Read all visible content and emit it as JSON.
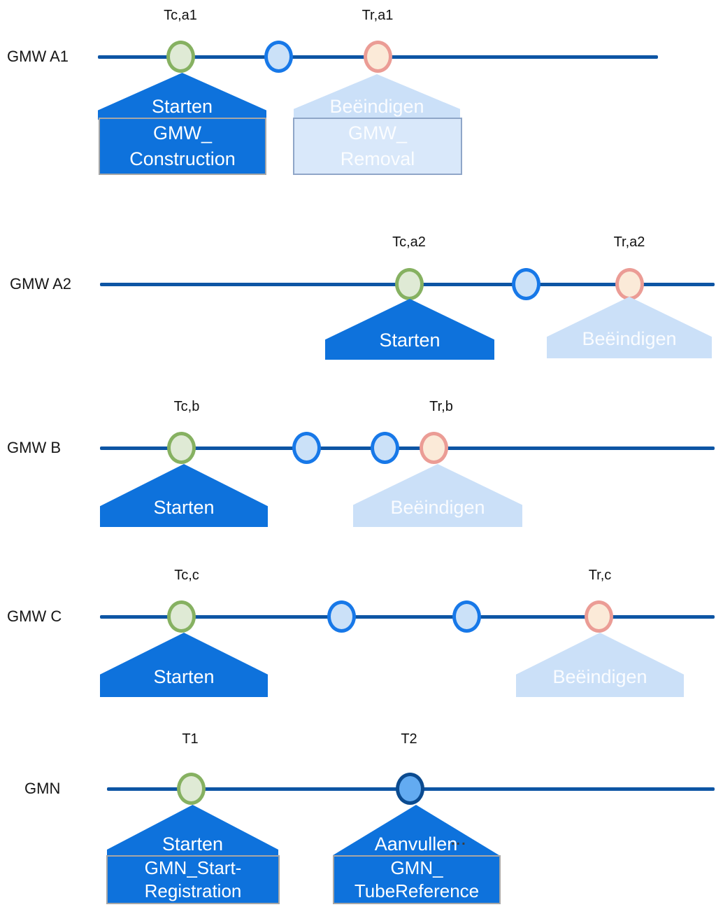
{
  "rows": [
    {
      "label": "GMW A1",
      "construction_time_label": "Tc,a1",
      "removal_time_label": "Tr,a1",
      "markers": [
        "green",
        "blue",
        "pink"
      ],
      "start_callout": {
        "label": "Starten",
        "box_line1": "GMW_",
        "box_line2": "Construction"
      },
      "end_callout": {
        "label": "Beëindigen",
        "box_line1": "GMW_",
        "box_line2": "Removal"
      }
    },
    {
      "label": "GMW A2",
      "construction_time_label": "Tc,a2",
      "removal_time_label": "Tr,a2",
      "markers": [
        "green",
        "blue",
        "pink"
      ],
      "start_callout": {
        "label": "Starten"
      },
      "end_callout": {
        "label": "Beëindigen"
      }
    },
    {
      "label": "GMW B",
      "construction_time_label": "Tc,b",
      "removal_time_label": "Tr,b",
      "markers": [
        "green",
        "blue",
        "blue",
        "pink"
      ],
      "start_callout": {
        "label": "Starten"
      },
      "end_callout": {
        "label": "Beëindigen"
      }
    },
    {
      "label": "GMW C",
      "construction_time_label": "Tc,c",
      "removal_time_label": "Tr,c",
      "markers": [
        "green",
        "blue",
        "blue",
        "pink"
      ],
      "start_callout": {
        "label": "Starten"
      },
      "end_callout": {
        "label": "Beëindigen"
      }
    },
    {
      "label": "GMN",
      "t1_label": "T1",
      "t2_label": "T2",
      "markers": [
        "green",
        "navy"
      ],
      "start_callout": {
        "label": "Starten",
        "box_line1": "GMN_Start-",
        "box_line2": "Registration"
      },
      "aanvullen_callout": {
        "label": "Aanvullen",
        "ellipsis": "...",
        "box_line1": "GMN_",
        "box_line2": "TubeReference"
      }
    }
  ],
  "colors": {
    "timeline": "#0d55a4",
    "action_active_fill": "#0e72dc",
    "action_inactive_fill": "#cbe0f8",
    "inactive_box_fill": "#d9e8fa",
    "active_box_border": "#a6a6a6",
    "inactive_box_border": "#8fa6c8",
    "marker_green_stroke": "#86b161",
    "marker_green_fill": "#dfead5",
    "marker_blue_stroke": "#1778e8",
    "marker_blue_fill": "#cbe1f8",
    "marker_pink_stroke": "#eb9c95",
    "marker_pink_fill": "#fbead8",
    "marker_navy_stroke": "#0b4b90",
    "marker_navy_fill": "#63abf1"
  }
}
